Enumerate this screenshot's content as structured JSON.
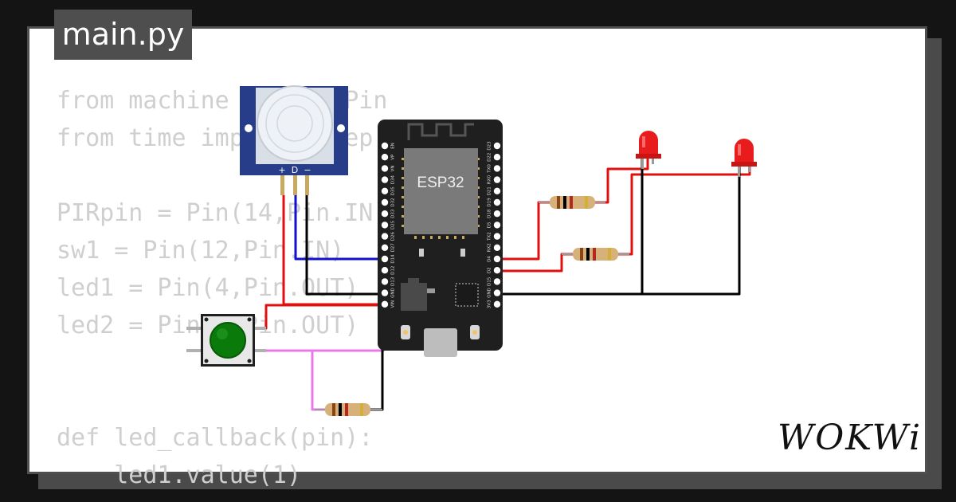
{
  "tab": {
    "filename": "main.py"
  },
  "code": {
    "lines": [
      "from machine import Pin",
      "from time import sleep",
      "",
      "PIRpin = Pin(14,Pin.IN)",
      "sw1 = Pin(12,Pin.IN)",
      "led1 = Pin(4,Pin.OUT)",
      "led2 = Pin(2,Pin.OUT)",
      "",
      "",
      "def led_callback(pin):",
      "    led1.value(1)"
    ]
  },
  "board": {
    "chip_label": "ESP32",
    "pins_left": [
      "EN",
      "VP",
      "VN",
      "D34",
      "D35",
      "D32",
      "D33",
      "D25",
      "D26",
      "D27",
      "D14",
      "D12",
      "D13",
      "GND",
      "VIN"
    ],
    "pins_right": [
      "D23",
      "D22",
      "TX0",
      "RX0",
      "D21",
      "D19",
      "D18",
      "D5",
      "TX2",
      "RX2",
      "D4",
      "D2",
      "D15",
      "GND",
      "3V3"
    ]
  },
  "pir": {
    "pin_labels": [
      "+",
      "D",
      "−"
    ]
  },
  "logo": {
    "text": "WOKWi"
  },
  "colors": {
    "background": "#141414",
    "card": "#ffffff",
    "code_text": "#cfcfcf",
    "tab_bg": "#4e4e4e",
    "board": "#1f1f1f",
    "chip": "#7a7a7a",
    "pir_body": "#273d8a",
    "wire_red": "#e01010",
    "wire_blue": "#1010d0",
    "wire_black": "#000000",
    "wire_pink": "#e879e8",
    "led_red": "#e81c1c",
    "button_green": "#0a7a0a"
  }
}
